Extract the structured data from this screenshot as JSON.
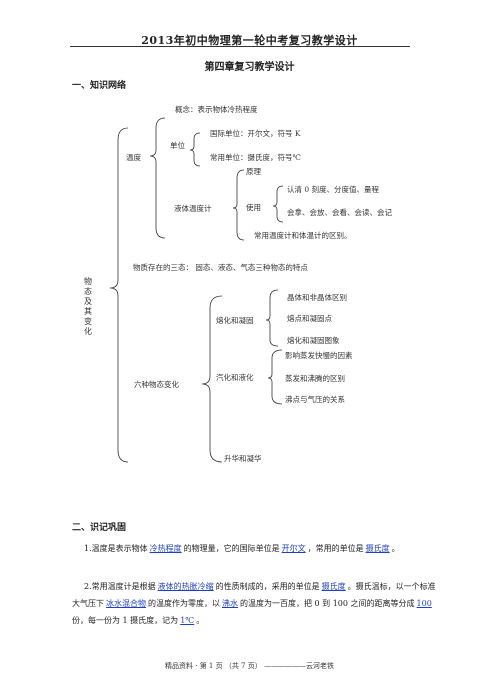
{
  "header": {
    "title": "2013年初中物理第一轮中考复习教学设计",
    "doc_title": "第四章复习教学设计"
  },
  "section1": {
    "heading": "一、知识网络",
    "root": "物态及其变化",
    "temperature": {
      "label": "温度",
      "concept": "概念：表示物体冷热程度",
      "unit": {
        "label": "单位",
        "si": "国际单位：开尔文，符号 K",
        "common": "常用单位：摄氏度，符号℃"
      },
      "thermometer": {
        "label": "液体温度计",
        "principle": "原理",
        "use": {
          "label": "使用",
          "item1": "认清 0 刻度、分度值、量程",
          "item2": "会拿、会放、会看、会读、会记"
        },
        "difference": "常用温度计和体温计的区别。"
      }
    },
    "states": "物质存在的三态：  固态、液态、气态三种物态的特点",
    "changes": {
      "label": "六种物态变化",
      "melting": {
        "label": "熔化和凝固",
        "item1": "晶体和非晶体区别",
        "item2": "熔点和凝固点",
        "item3": "熔化和凝固图象"
      },
      "vaporization": {
        "label": "汽化和液化",
        "item1": "影响蒸发快慢的因素",
        "item2": "蒸发和沸腾的区别",
        "item3": "沸点与气压的关系"
      },
      "sublimation": "升华和凝华"
    }
  },
  "section2": {
    "heading": "二、识记巩固",
    "p1": {
      "t1": "1.温度是表示物体",
      "b1": "冷热程度",
      "t2": "的物理量，它的国际单位是",
      "b2": "开尔文",
      "t3": "，常用的单位是",
      "b3": "摄氏度",
      "t4": "。"
    },
    "p2": {
      "t1": "2.常用温度计是根据",
      "b1": "液体的热胀冷缩",
      "t2": "的性质制成的，采用的单位是",
      "b2": "摄氏度",
      "t3": "。摄氏温标，以一个标准大气压下",
      "b3": "冰水混合物",
      "t4": "的温度作为零度，以",
      "b4": "沸水",
      "t5": "的温度为一百度，把 0 到 100 之间的距离等分成",
      "b5": "100",
      "t6": "份，每一份为 1 摄氏度，记为",
      "b6": "1℃",
      "t7": "。"
    }
  },
  "footer": "精品资料 · 第 1 页 （共 7 页） ——————云河老铁",
  "colors": {
    "blank": "#1f3fc7",
    "text": "#222222"
  }
}
